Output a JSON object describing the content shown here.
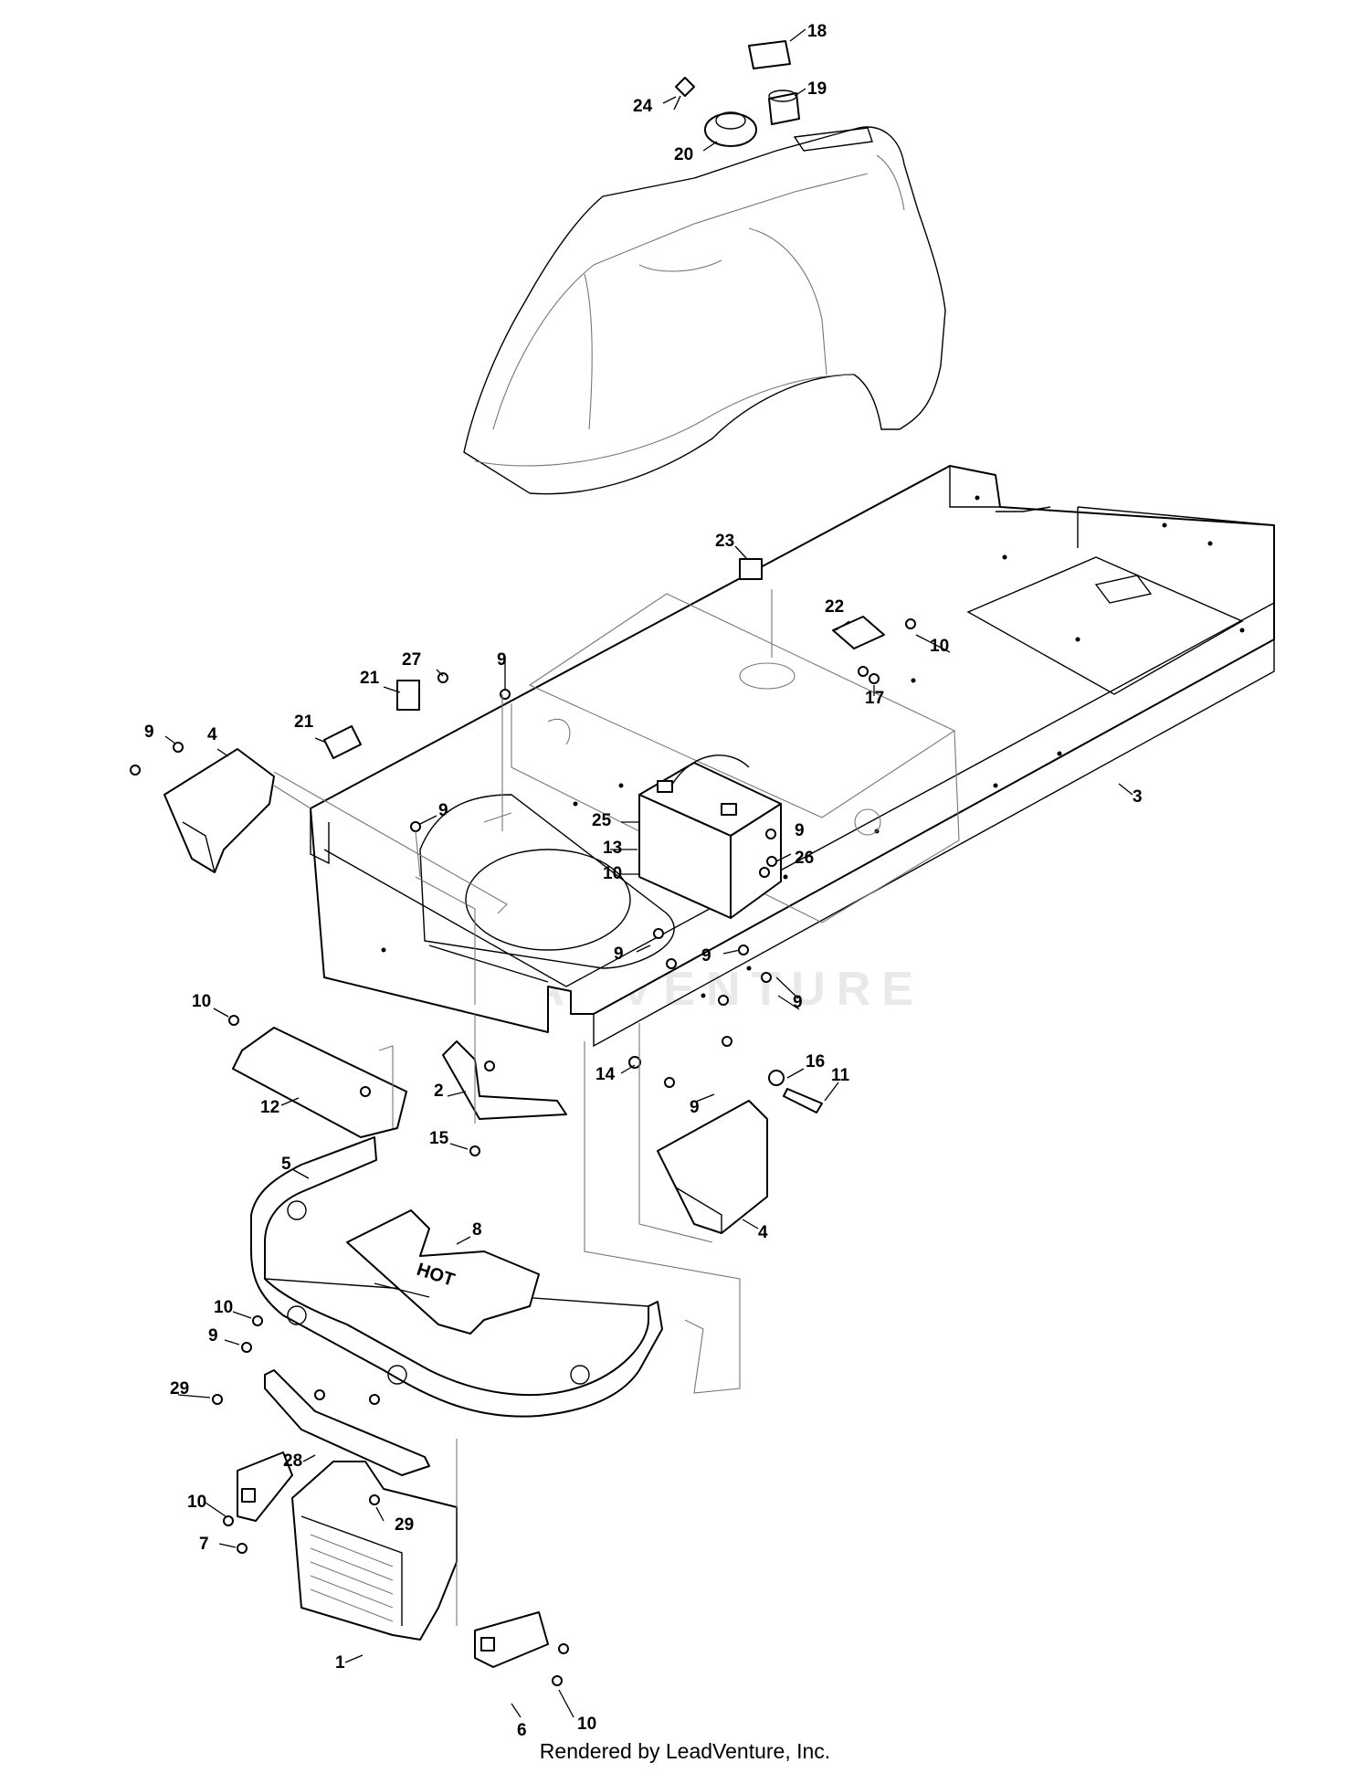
{
  "diagram": {
    "callouts": [
      {
        "id": "c18",
        "label": "18"
      },
      {
        "id": "c19",
        "label": "19"
      },
      {
        "id": "c24",
        "label": "24"
      },
      {
        "id": "c20",
        "label": "20"
      },
      {
        "id": "c23",
        "label": "23"
      },
      {
        "id": "c22",
        "label": "22"
      },
      {
        "id": "c10a",
        "label": "10"
      },
      {
        "id": "c17",
        "label": "17"
      },
      {
        "id": "c3",
        "label": "3"
      },
      {
        "id": "c27",
        "label": "27"
      },
      {
        "id": "c9a",
        "label": "9"
      },
      {
        "id": "c21a",
        "label": "21"
      },
      {
        "id": "c21b",
        "label": "21"
      },
      {
        "id": "c9b",
        "label": "9"
      },
      {
        "id": "c4a",
        "label": "4"
      },
      {
        "id": "c9c",
        "label": "9"
      },
      {
        "id": "c25",
        "label": "25"
      },
      {
        "id": "c13",
        "label": "13"
      },
      {
        "id": "c10b",
        "label": "10"
      },
      {
        "id": "c9d",
        "label": "9"
      },
      {
        "id": "c9e",
        "label": "9"
      },
      {
        "id": "c26",
        "label": "26"
      },
      {
        "id": "c9f",
        "label": "9"
      },
      {
        "id": "c9g",
        "label": "9"
      },
      {
        "id": "c10c",
        "label": "10"
      },
      {
        "id": "c12",
        "label": "12"
      },
      {
        "id": "c2",
        "label": "2"
      },
      {
        "id": "c15",
        "label": "15"
      },
      {
        "id": "c14",
        "label": "14"
      },
      {
        "id": "c9h",
        "label": "9"
      },
      {
        "id": "c16",
        "label": "16"
      },
      {
        "id": "c11",
        "label": "11"
      },
      {
        "id": "c4b",
        "label": "4"
      },
      {
        "id": "c5",
        "label": "5"
      },
      {
        "id": "c8",
        "label": "8"
      },
      {
        "id": "c10d",
        "label": "10"
      },
      {
        "id": "c9i",
        "label": "9"
      },
      {
        "id": "c29a",
        "label": "29"
      },
      {
        "id": "c28",
        "label": "28"
      },
      {
        "id": "c29b",
        "label": "29"
      },
      {
        "id": "c10e",
        "label": "10"
      },
      {
        "id": "c7",
        "label": "7"
      },
      {
        "id": "c1",
        "label": "1"
      },
      {
        "id": "c6",
        "label": "6"
      },
      {
        "id": "c10f",
        "label": "10"
      }
    ],
    "heat_shield_text": "HOT",
    "watermark": "LEADVENTURE"
  },
  "footer": {
    "credit": "Rendered by LeadVenture, Inc."
  }
}
